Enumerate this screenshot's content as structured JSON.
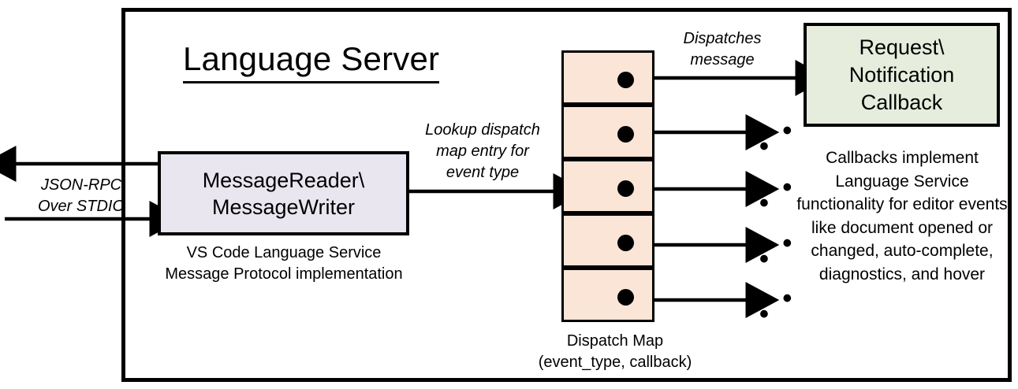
{
  "diagram": {
    "title": "Language Server",
    "boundary_name": "Language Server boundary"
  },
  "nodes": {
    "message_io": {
      "label": "MessageReader\\\nMessageWriter",
      "caption": "VS Code Language Service\nMessage Protocol implementation",
      "fill": "#EAE6F0"
    },
    "dispatch_map": {
      "caption": "Dispatch Map\n(event_type, callback)",
      "fill": "#FAE5D6",
      "cell_count": 5
    },
    "callback": {
      "label": "Request\\\nNotification\nCallback",
      "caption": "Callbacks implement Language Service functionality for editor events like document opened or changed, auto-complete, diagnostics, and hover",
      "fill": "#E6EDDD"
    }
  },
  "edges": {
    "transport": "JSON-RPC\nOver STDIO",
    "lookup": "Lookup dispatch\nmap entry for\nevent type",
    "dispatch": "Dispatches\nmessage",
    "ellipsis": "• • •"
  },
  "colors": {
    "stroke": "#000000",
    "background": "#FFFFFF"
  }
}
